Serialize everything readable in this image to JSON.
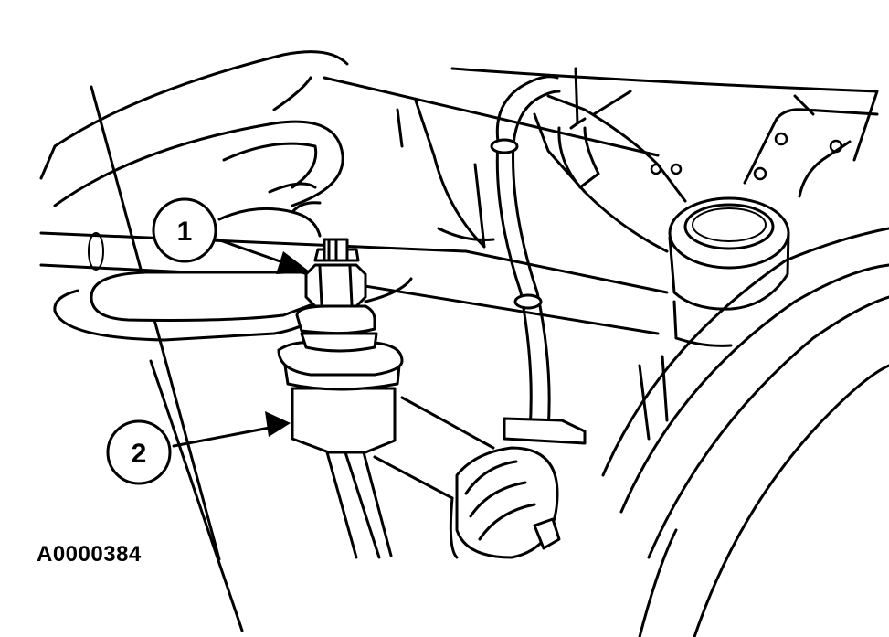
{
  "figure_id": "A0000384",
  "callouts": [
    {
      "number": "1",
      "target": "stabilizer-bar-link-nut"
    },
    {
      "number": "2",
      "target": "stabilizer-bar-link"
    }
  ],
  "colors": {
    "ink": "#000000",
    "paper": "#ffffff"
  }
}
